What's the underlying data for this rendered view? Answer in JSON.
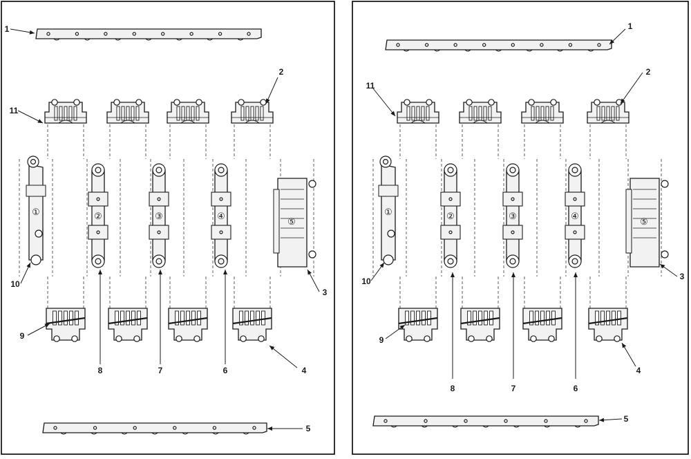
{
  "colors": {
    "paper": "#ffffff",
    "line": "#1a1a1a",
    "part_fill": "#f2f2f2",
    "shade": "#8a8a8a",
    "panel_border": "#000000"
  },
  "panels": [
    {
      "callouts": [
        "1",
        "2",
        "3",
        "4",
        "5",
        "6",
        "7",
        "8",
        "9",
        "10",
        "11"
      ],
      "cylinder_labels": [
        "①",
        "②",
        "③",
        "④",
        "⑤"
      ]
    },
    {
      "callouts": [
        "1",
        "2",
        "3",
        "4",
        "5",
        "6",
        "7",
        "8",
        "9",
        "10",
        "11"
      ],
      "cylinder_labels": [
        "①",
        "②",
        "③",
        "④",
        "⑤"
      ]
    }
  ]
}
